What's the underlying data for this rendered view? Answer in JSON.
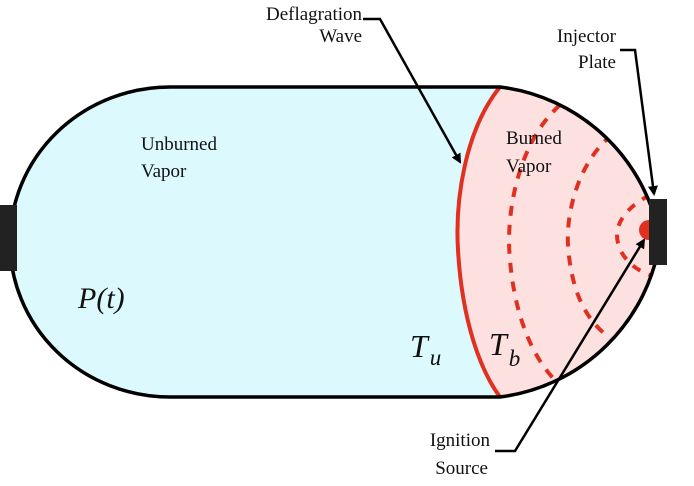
{
  "diagram": {
    "labels": {
      "deflagration_line1": "Deflagration",
      "deflagration_line2": "Wave",
      "injector_line1": "Injector",
      "injector_line2": "Plate",
      "unburned_line1": "Unburned",
      "unburned_line2": "Vapor",
      "burned_line1": "Burned",
      "burned_line2": "Vapor",
      "ignition_line1": "Ignition",
      "ignition_line2": "Source",
      "pressure": "P(t)",
      "temp_unburned_main": "T",
      "temp_unburned_sub": "u",
      "temp_burned_main": "T",
      "temp_burned_sub": "b"
    },
    "colors": {
      "unburned_fill": "#dcfafd",
      "burned_fill": "#fde0e0",
      "flame_front": "#e03020",
      "outline": "#000000",
      "plate": "#222222"
    }
  }
}
